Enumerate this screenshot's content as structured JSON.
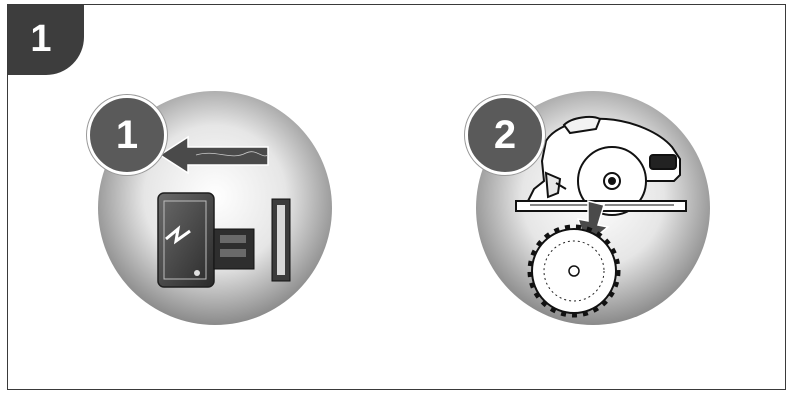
{
  "figure": {
    "sheet_number": "1",
    "steps": [
      {
        "number": "1",
        "icon": "remove-battery-icon"
      },
      {
        "number": "2",
        "icon": "remove-saw-blade-icon"
      }
    ]
  },
  "colors": {
    "badge": "#3d3d3d",
    "step_badge": "#5a5a5a",
    "border": "#3a3a3a"
  }
}
